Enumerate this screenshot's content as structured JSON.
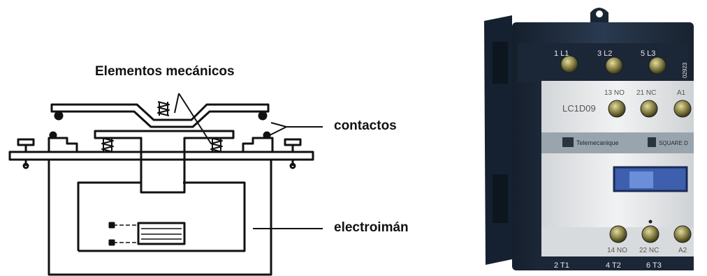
{
  "labels": {
    "mechanical": "Elementos mecánicos",
    "contacts": "contactos",
    "electromagnet": "electroimán"
  },
  "contactor": {
    "top_terminals": [
      "1 L1",
      "3 L2",
      "5 L3"
    ],
    "model": "LC1D09",
    "aux_top": [
      "13 NO",
      "21 NC",
      "A1"
    ],
    "brand": "Telemecanique",
    "brand2": "SQUARE D",
    "aux_bottom": [
      "14 NO",
      "22 NC",
      "A2"
    ],
    "bottom_terminals": [
      "2 T1",
      "4 T2",
      "6 T3"
    ],
    "side_code": "02923"
  },
  "colors": {
    "housing": "#1f2c3d",
    "front": "#e6e8ea",
    "window": "#3e5fae",
    "screw": "#6e6a3a",
    "line": "#111111"
  }
}
